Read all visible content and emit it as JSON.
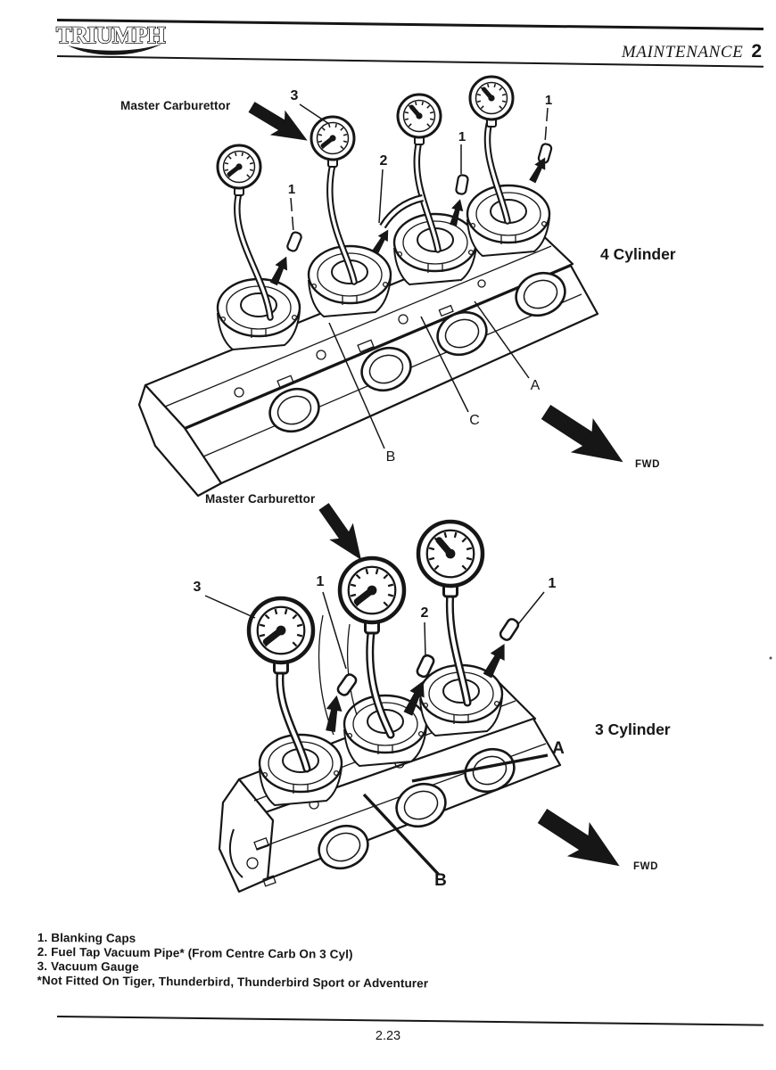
{
  "page": {
    "paper_color": "#ffffff",
    "ink_color": "#161616"
  },
  "header": {
    "logo_text": "TRIUMPH",
    "section_title": "MAINTENANCE",
    "chapter_number": "2"
  },
  "figure_4cyl": {
    "master_label": "Master Carburettor",
    "engine_label": "4 Cylinder",
    "fwd_label": "FWD",
    "callout_3": "3",
    "callout_2": "2",
    "callout_1_left": "1",
    "callout_1_mid": "1",
    "callout_1_right": "1",
    "callout_a": "A",
    "callout_b": "B",
    "callout_c": "C"
  },
  "figure_3cyl": {
    "master_label": "Master Carburettor",
    "engine_label": "3 Cylinder",
    "fwd_label": "FWD",
    "callout_3": "3",
    "callout_2": "2",
    "callout_1_left": "1",
    "callout_1_right": "1",
    "callout_a": "A",
    "callout_b": "B"
  },
  "legend": {
    "items": [
      "1. Blanking Caps",
      "2. Fuel Tap Vacuum Pipe* (From Centre Carb On 3 Cyl)",
      "3. Vacuum Gauge"
    ],
    "footnote": "*Not Fitted On Tiger, Thunderbird, Thunderbird Sport or Adventurer"
  },
  "footer": {
    "page_number": "2.23"
  }
}
